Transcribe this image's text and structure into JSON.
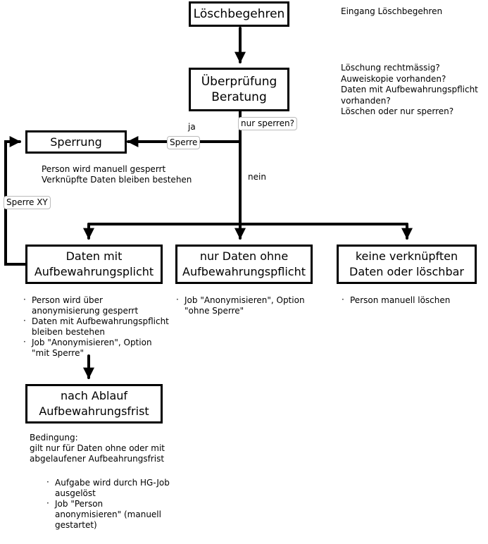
{
  "nodes": {
    "loeschbegehren": "Löschbegehren",
    "ueberpruefung": [
      "Überprüfung",
      "Beratung"
    ],
    "sperrung": "Sperrung",
    "daten_mit": [
      "Daten mit",
      "Aufbewahrungsplicht"
    ],
    "nur_daten_ohne": [
      "nur Daten ohne",
      "Aufbewahrungspflicht"
    ],
    "keine": [
      "keine verknüpften",
      "Daten oder löschbar"
    ],
    "nach_ablauf": [
      "nach Ablauf",
      "Aufbewahrungsfrist"
    ]
  },
  "edge_labels": {
    "ja": "ja",
    "nein": "nein",
    "nur_sperren": "nur sperren?",
    "sperre": "Sperre",
    "sperre_xy": "Sperre XY"
  },
  "notes": {
    "eingang": "Eingang Löschbegehren",
    "questions": [
      "Löschung rechtmässig?",
      "Auweiskopie vorhanden?",
      "Daten mit Aufbewahrungspflicht",
      "vorhanden?",
      "Löschen oder nur sperren?"
    ],
    "sperrung_desc": [
      "Person wird manuell gesperrt",
      "Verknüpfte Daten bleiben bestehen"
    ],
    "daten_mit_bullets": [
      [
        "Person wird über",
        "anonymisierung gesperrt"
      ],
      [
        "Daten mit Aufbewahrungspflicht",
        "bleiben bestehen"
      ],
      [
        "Job \"Anonymisieren\", Option",
        "\"mit Sperre\""
      ]
    ],
    "nur_daten_bullets": [
      [
        "Job \"Anonymisieren\", Option",
        "\"ohne Sperre\""
      ]
    ],
    "keine_bullets": [
      [
        "Person manuell löschen"
      ]
    ],
    "bedingung": [
      "Bedingung:",
      "gilt nur für Daten ohne oder mit",
      "abgelaufener Aufbeahrungsfrist"
    ],
    "ablauf_bullets": [
      [
        "Aufgabe wird durch HG-Job",
        "ausgelöst"
      ],
      [
        "Job \"Person",
        "anonymisieren\" (manuell",
        "gestartet)"
      ]
    ]
  }
}
